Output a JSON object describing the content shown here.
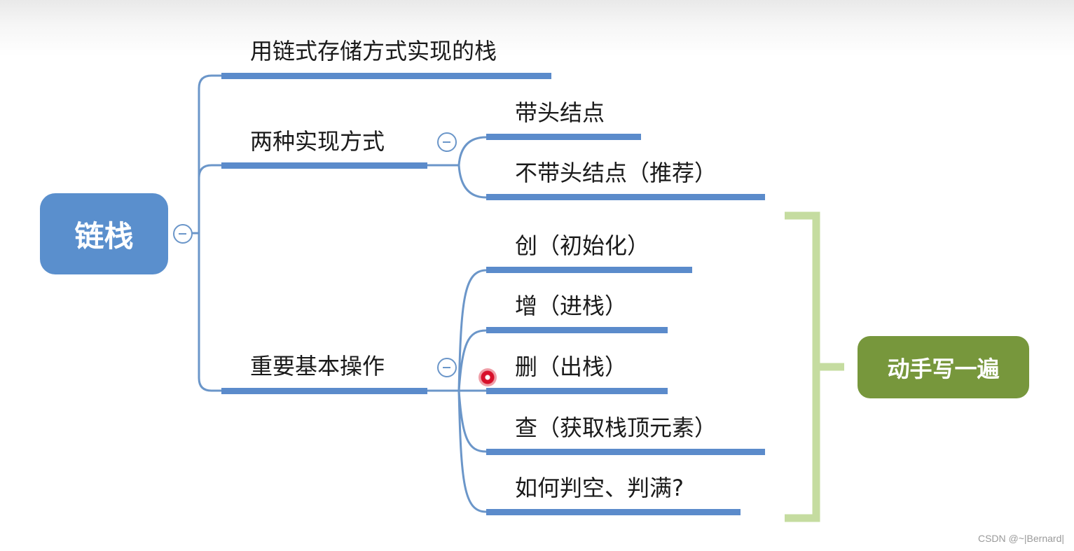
{
  "root": {
    "label": "链栈"
  },
  "level1": [
    {
      "label": "用链式存储方式实现的栈"
    },
    {
      "label": "两种实现方式"
    },
    {
      "label": "重要基本操作"
    }
  ],
  "implementations": [
    {
      "label": "带头结点"
    },
    {
      "label": "不带头结点（推荐）"
    }
  ],
  "operations": [
    {
      "label": "创（初始化）"
    },
    {
      "label": "增（进栈）"
    },
    {
      "label": "删（出栈）"
    },
    {
      "label": "查（获取栈顶元素）"
    },
    {
      "label": "如何判空、判满?"
    }
  ],
  "summary": {
    "label": "动手写一遍"
  },
  "watermark": "CSDN @~|Bernard|",
  "colors": {
    "root_fill": "#5a8fcd",
    "branch_line": "#6b96c9",
    "bracket": "#c5dca0",
    "summary_fill": "#77973c",
    "cursor": "#d8102a"
  }
}
